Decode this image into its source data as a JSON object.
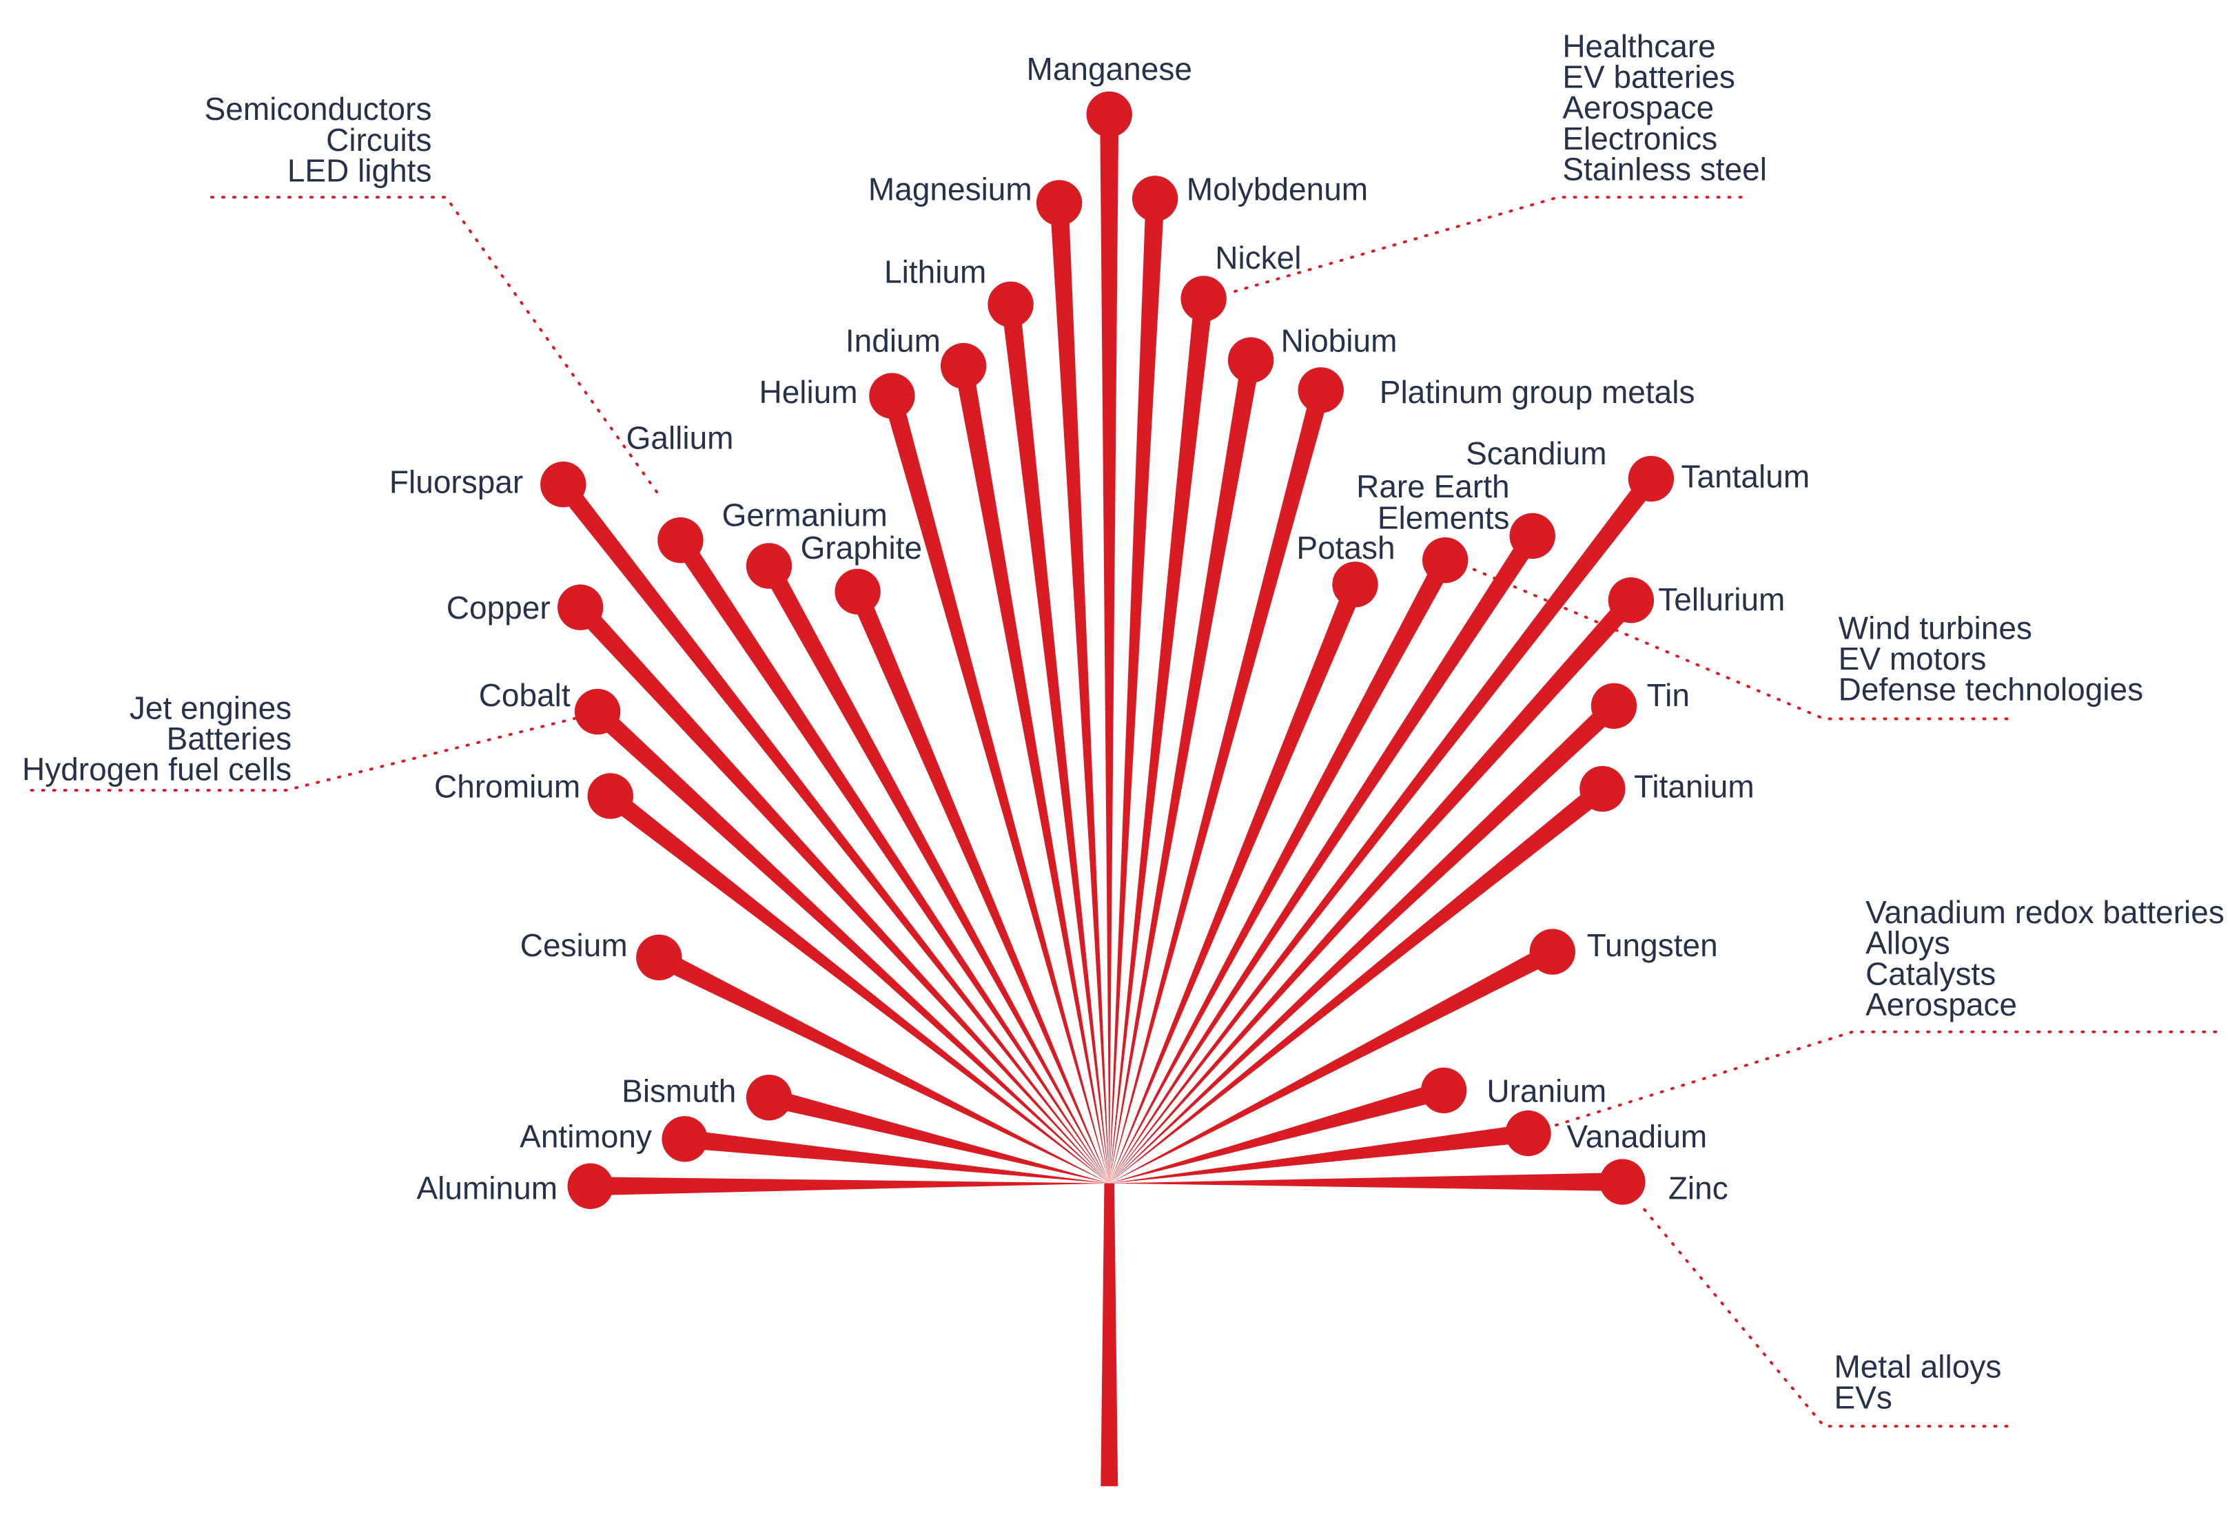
{
  "diagram": {
    "accent_color": "#d91c23",
    "text_color": "#26324a",
    "minerals": [
      {
        "id": "manganese",
        "label": "Manganese"
      },
      {
        "id": "magnesium",
        "label": "Magnesium"
      },
      {
        "id": "molybdenum",
        "label": "Molybdenum"
      },
      {
        "id": "lithium",
        "label": "Lithium"
      },
      {
        "id": "nickel",
        "label": "Nickel"
      },
      {
        "id": "indium",
        "label": "Indium"
      },
      {
        "id": "niobium",
        "label": "Niobium"
      },
      {
        "id": "helium",
        "label": "Helium"
      },
      {
        "id": "platinum",
        "label": "Platinum group metals"
      },
      {
        "id": "gallium",
        "label": "Gallium"
      },
      {
        "id": "fluorspar",
        "label": "Fluorspar"
      },
      {
        "id": "scandium",
        "label": "Scandium"
      },
      {
        "id": "tantalum",
        "label": "Tantalum"
      },
      {
        "id": "rare-earth",
        "label": "Rare Earth Elements"
      },
      {
        "id": "germanium",
        "label": "Germanium"
      },
      {
        "id": "graphite",
        "label": "Graphite"
      },
      {
        "id": "potash",
        "label": "Potash"
      },
      {
        "id": "copper",
        "label": "Copper"
      },
      {
        "id": "tellurium",
        "label": "Tellurium"
      },
      {
        "id": "cobalt",
        "label": "Cobalt"
      },
      {
        "id": "tin",
        "label": "Tin"
      },
      {
        "id": "chromium",
        "label": "Chromium"
      },
      {
        "id": "titanium",
        "label": "Titanium"
      },
      {
        "id": "cesium",
        "label": "Cesium"
      },
      {
        "id": "tungsten",
        "label": "Tungsten"
      },
      {
        "id": "bismuth",
        "label": "Bismuth"
      },
      {
        "id": "uranium",
        "label": "Uranium"
      },
      {
        "id": "antimony",
        "label": "Antimony"
      },
      {
        "id": "vanadium",
        "label": "Vanadium"
      },
      {
        "id": "aluminum",
        "label": "Aluminum"
      },
      {
        "id": "zinc",
        "label": "Zinc"
      }
    ],
    "callouts": [
      {
        "id": "gallium-uses",
        "for": "Gallium",
        "lines": [
          "Semiconductors",
          "Circuits",
          "LED lights"
        ]
      },
      {
        "id": "nickel-uses",
        "for": "Nickel",
        "lines": [
          "Healthcare",
          "EV batteries",
          "Aerospace",
          "Electronics",
          "Stainless steel"
        ]
      },
      {
        "id": "cobalt-uses",
        "for": "Cobalt",
        "lines": [
          "Jet engines",
          "Batteries",
          "Hydrogen fuel cells"
        ]
      },
      {
        "id": "rare-earth-uses",
        "for": "Rare Earth Elements",
        "lines": [
          "Wind turbines",
          "EV motors",
          "Defense technologies"
        ]
      },
      {
        "id": "vanadium-uses",
        "for": "Vanadium",
        "lines": [
          "Vanadium redox batteries",
          "Alloys",
          "Catalysts",
          "Aerospace"
        ]
      },
      {
        "id": "zinc-uses",
        "for": "Zinc",
        "lines": [
          "Metal alloys",
          "EVs"
        ]
      }
    ]
  }
}
